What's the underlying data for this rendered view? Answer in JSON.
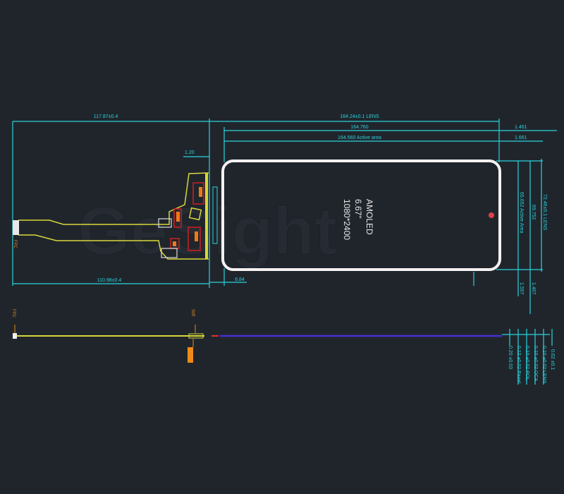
{
  "watermark": "GeSight",
  "panel": {
    "type": "AMOLED",
    "size": "6.67\"",
    "resolution": "1080*2400"
  },
  "dimensions": {
    "overall_width": "117.87±0.4",
    "lens_length": "164.24±0.1 LENS",
    "outline_length": "164.760",
    "active_length": "164.560 Active area",
    "right_offset_1": "1.461",
    "right_offset_2": "1.661",
    "fpc_offset": "1.20",
    "fpc_length": "110.98±0.4",
    "bottom_offset": "6.84",
    "active_width": "65.652 Active Area",
    "outline_width": "69.752",
    "lens_width": "72.46±0.1 LENS",
    "bottom_right_1": "1.557",
    "bottom_right_2": "1.467"
  },
  "stack": [
    "0.20 ±0.03",
    "0.12 ±0.02 Panel",
    "0.10 ±0.02 POL",
    "0.10 ±0.02 OCA",
    "0.10 ±0.02 LENS",
    "0.62 ±0.1"
  ],
  "colors": {
    "dimension": "#29d3dc",
    "fpc": "#d7d83a",
    "outline": "#f2f2f2",
    "component": "#e08a1a",
    "side_panel": "#4b2fd0"
  }
}
